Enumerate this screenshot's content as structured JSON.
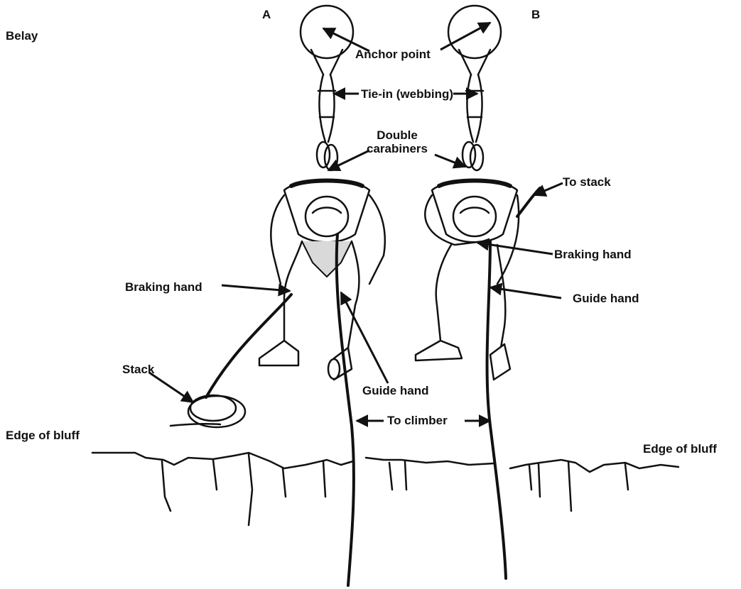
{
  "figure": {
    "title": "Belay",
    "panel_a": "A",
    "panel_b": "B",
    "labels": {
      "anchor_point": "Anchor point",
      "tie_in": "Tie-in (webbing)",
      "double_carabiners": "Double\ncarabiners",
      "to_stack": "To stack",
      "braking_hand_a": "Braking hand",
      "braking_hand_b": "Braking hand",
      "guide_hand_a": "Guide hand",
      "guide_hand_b": "Guide hand",
      "stack": "Stack",
      "to_climber": "To climber",
      "edge_left": "Edge of bluff",
      "edge_right": "Edge of bluff"
    }
  },
  "colors": {
    "ink": "#111111",
    "paper": "#ffffff",
    "shade": "#d9d9d9"
  }
}
